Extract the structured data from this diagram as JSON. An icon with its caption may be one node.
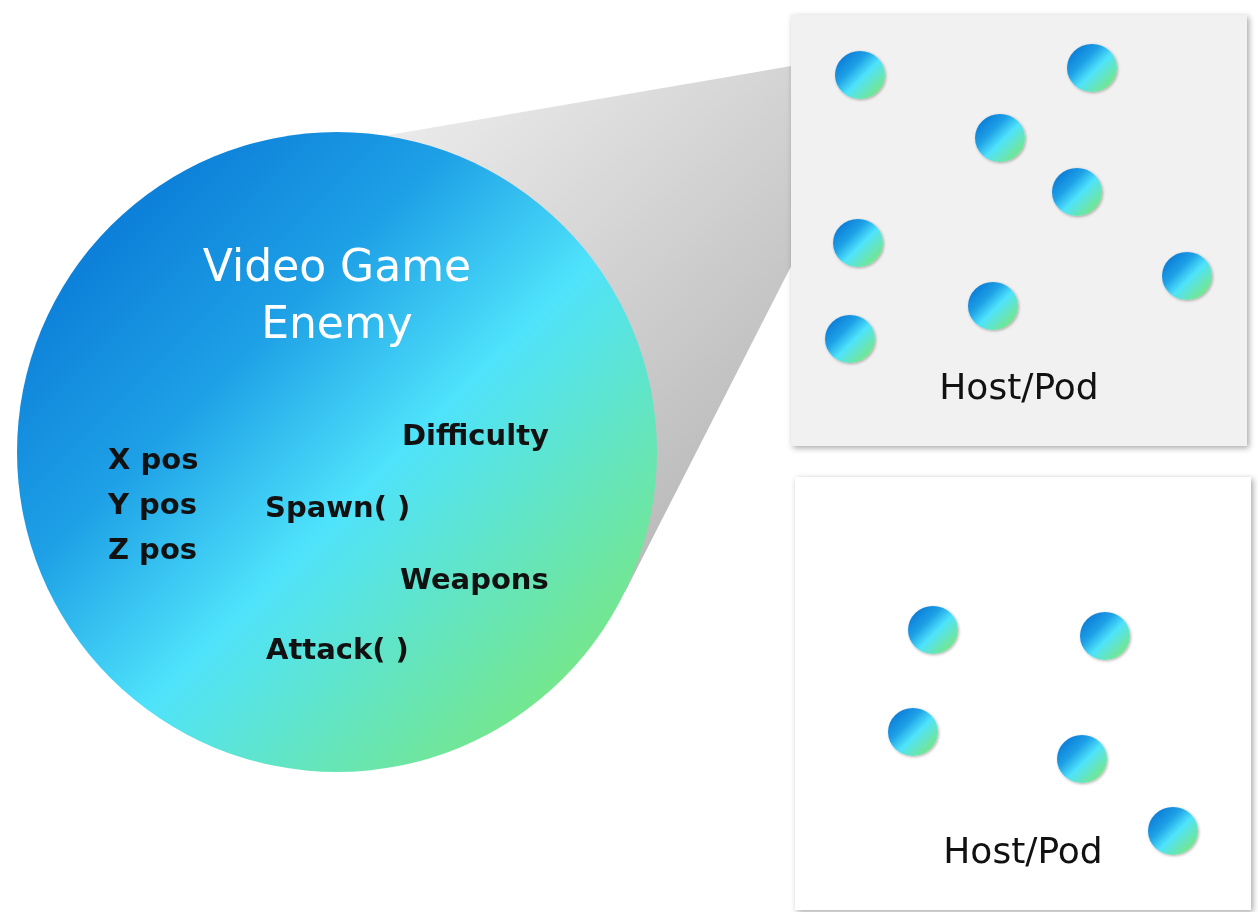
{
  "diagram": {
    "nodes": [
      {
        "text": [
          "Video Game Enemy",
          "X pos",
          "Y pos",
          "Z pos",
          "Difficulty",
          "Spawn( )",
          "Weapons",
          "Attack( )"
        ]
      },
      {
        "text": [
          "Host/Pod"
        ]
      },
      {
        "text": [],
        "shape": "circle",
        "in": 1
      },
      {
        "text": [],
        "shape": "circle",
        "in": 1
      },
      {
        "text": [],
        "shape": "circle",
        "in": 1
      },
      {
        "text": [],
        "shape": "circle",
        "in": 1
      },
      {
        "text": [],
        "shape": "circle",
        "in": 1
      },
      {
        "text": [],
        "shape": "circle",
        "in": 1
      },
      {
        "text": [],
        "shape": "circle",
        "in": 1
      },
      {
        "text": [],
        "shape": "circle",
        "in": 1
      },
      {
        "text": [
          "Host/Pod"
        ]
      },
      {
        "text": [],
        "shape": "circle",
        "in": 10
      },
      {
        "text": [],
        "shape": "circle",
        "in": 10
      },
      {
        "text": [],
        "shape": "circle",
        "in": 10
      },
      {
        "text": [],
        "shape": "circle",
        "in": 10
      },
      {
        "text": [],
        "shape": "circle",
        "in": 10
      }
    ]
  }
}
